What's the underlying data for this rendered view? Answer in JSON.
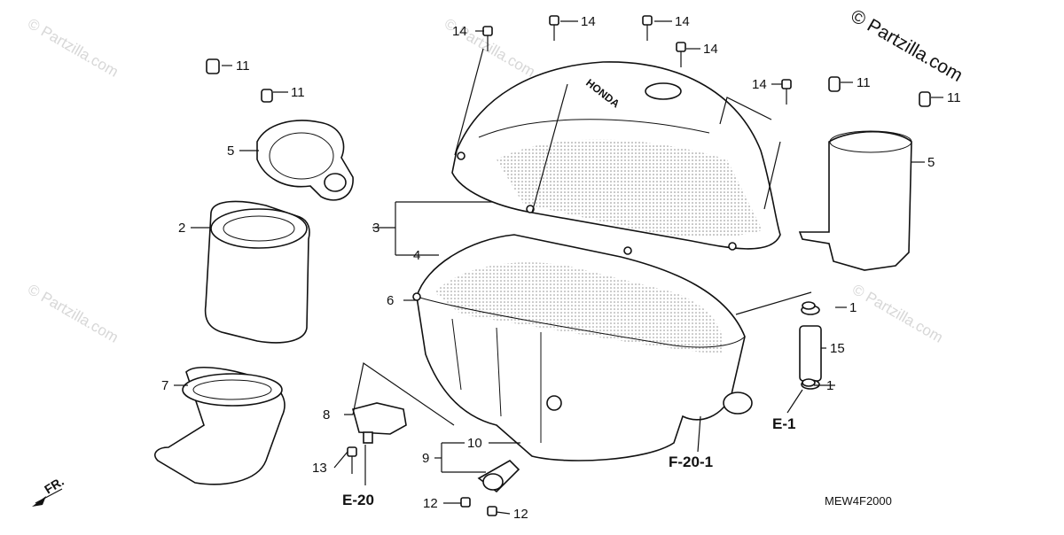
{
  "copyright": "© Partzilla.com",
  "watermark": "© Partzilla.com",
  "diagram_code": "MEW4F2000",
  "direction_marker": "FR.",
  "callouts": {
    "c1a": "1",
    "c1b": "1",
    "c2": "2",
    "c3": "3",
    "c4": "4",
    "c5a": "5",
    "c5b": "5",
    "c6": "6",
    "c7": "7",
    "c8": "8",
    "c9": "9",
    "c10": "10",
    "c11a": "11",
    "c11b": "11",
    "c11c": "11",
    "c11d": "11",
    "c12a": "12",
    "c12b": "12",
    "c13": "13",
    "c14a": "14",
    "c14b": "14",
    "c14c": "14",
    "c14d": "14",
    "c14e": "14",
    "c15": "15"
  },
  "references": {
    "e1": "E-1",
    "e20": "E-20",
    "f201": "F-20-1"
  }
}
